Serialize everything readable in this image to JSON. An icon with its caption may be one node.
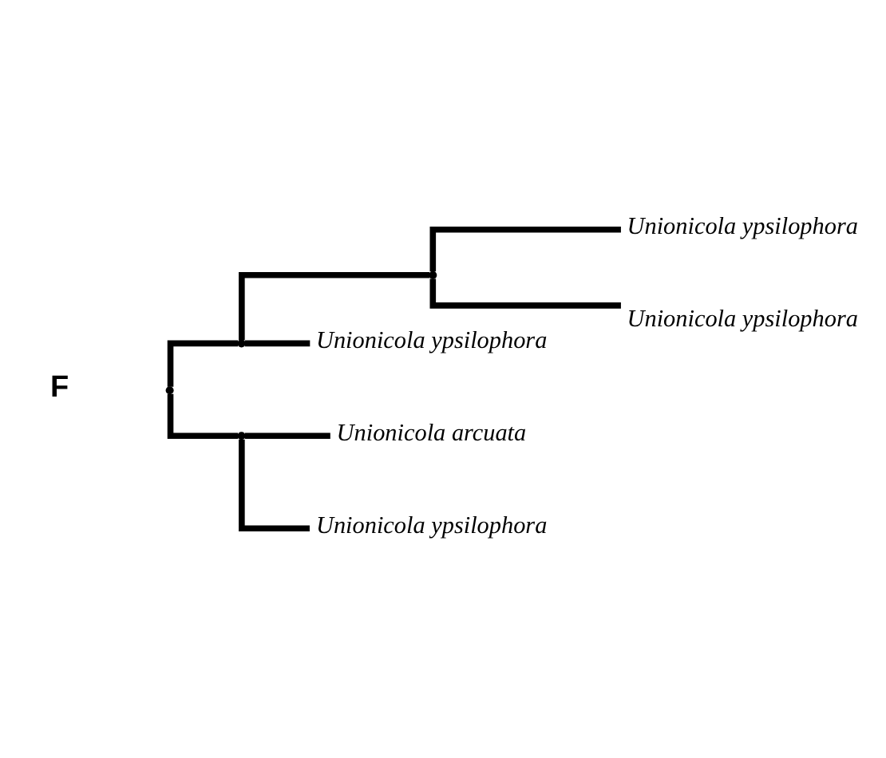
{
  "diagram": {
    "nodes": [
      {
        "text": [],
        "shape": "point"
      },
      {
        "text": [],
        "shape": "point"
      },
      {
        "text": [],
        "shape": "point"
      },
      {
        "text": [
          "Unionicola ypsilophora"
        ]
      },
      {
        "text": [
          "Unionicola ypsilophora"
        ]
      },
      {
        "text": [
          "Unionicola ypsilophora"
        ]
      },
      {
        "text": [],
        "shape": "point"
      },
      {
        "text": [
          "Unionicola arcuata"
        ]
      },
      {
        "text": [
          "Unionicola ypsilophora"
        ]
      }
    ],
    "edges": [
      {
        "from": 0,
        "to": 1,
        "arrow": "none"
      },
      {
        "from": 1,
        "to": 2,
        "arrow": "none"
      },
      {
        "from": 2,
        "to": 3,
        "arrow": "none"
      },
      {
        "from": 2,
        "to": 4,
        "arrow": "none"
      },
      {
        "from": 1,
        "to": 5,
        "arrow": "none"
      },
      {
        "from": 0,
        "to": 6,
        "arrow": "none"
      },
      {
        "from": 6,
        "to": 7,
        "arrow": "none"
      },
      {
        "from": 6,
        "to": 8,
        "arrow": "none"
      }
    ],
    "labels": [
      "F"
    ]
  }
}
